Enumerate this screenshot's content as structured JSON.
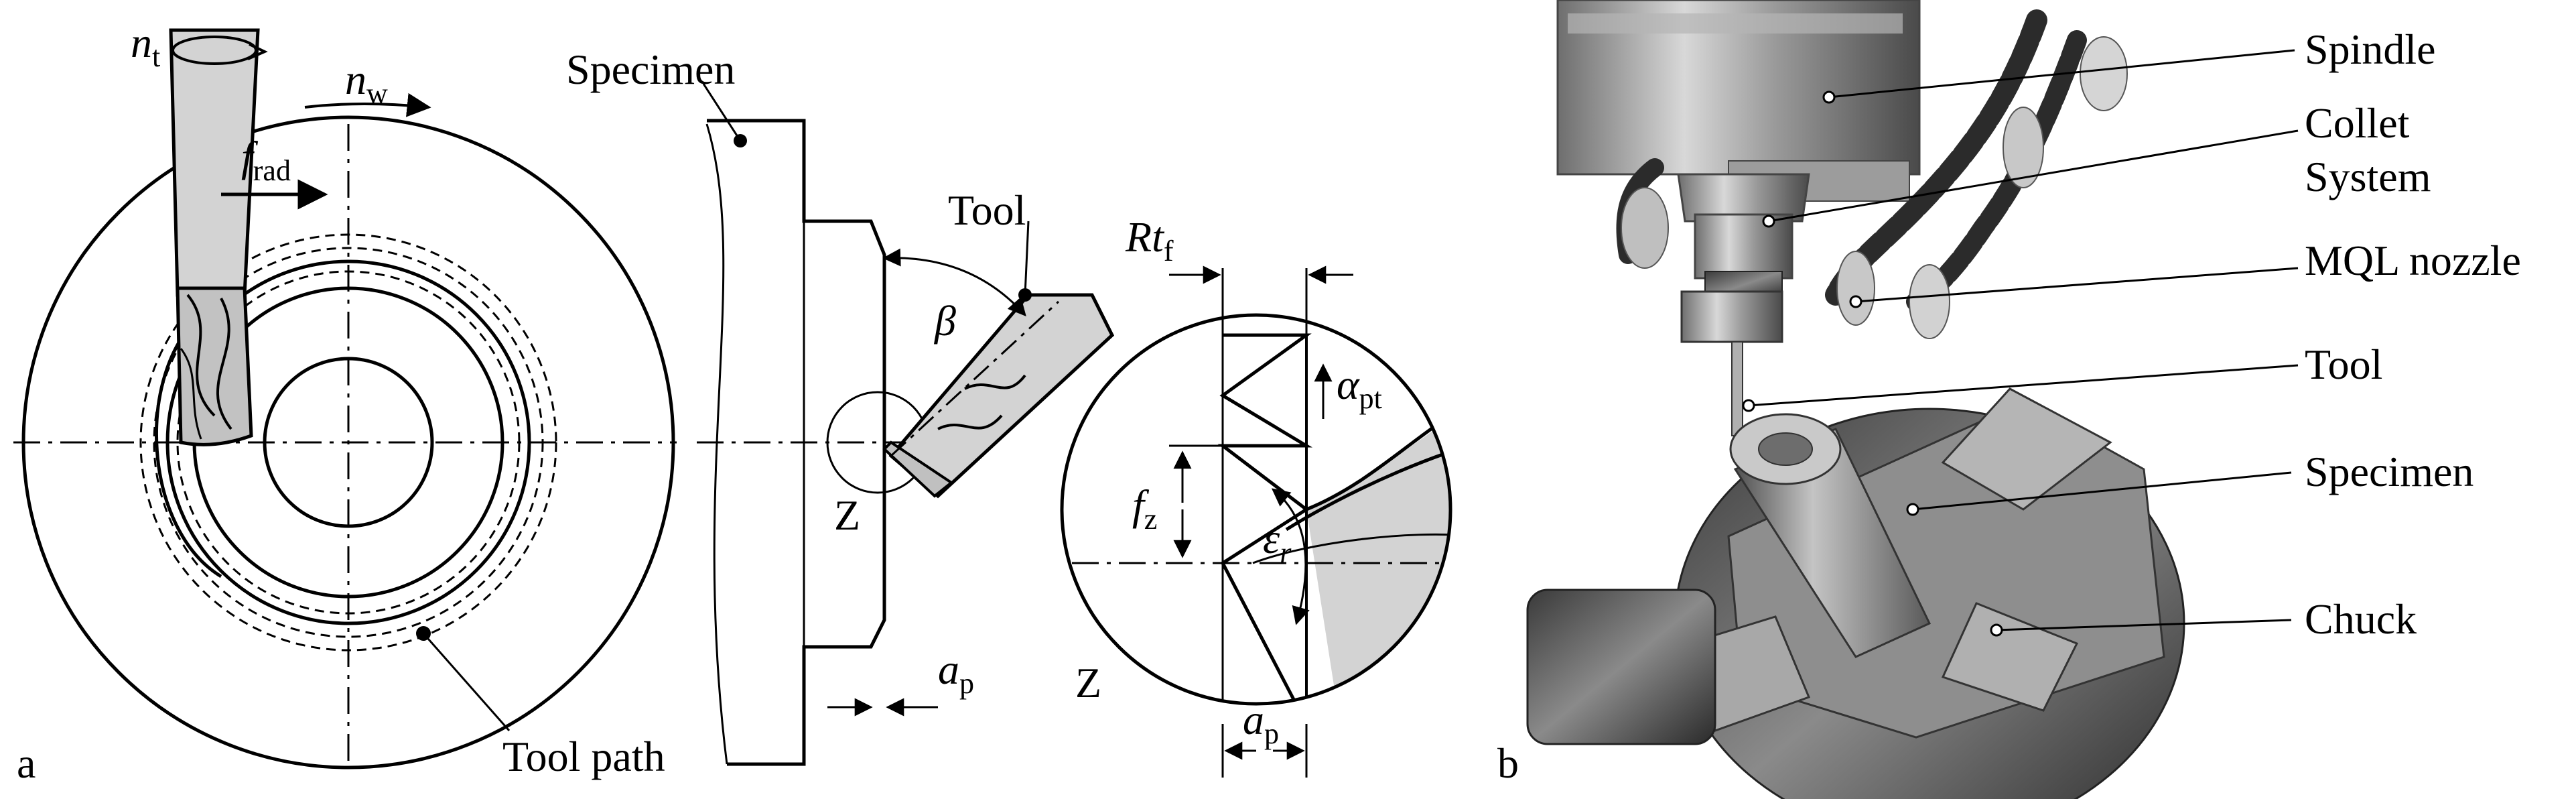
{
  "panel_a": {
    "panel_label": "a",
    "specimen_label": "Specimen",
    "tool_label": "Tool",
    "tool_path_label": "Tool path",
    "z_label": "Z",
    "detail_z_label": "Z",
    "beta_symbol": "β",
    "n_t_main": "n",
    "n_t_sub": "t",
    "n_w_main": "n",
    "n_w_sub": "w",
    "f_rad_main": "f",
    "f_rad_sub": "rad",
    "a_p_main": "a",
    "a_p_sub": "p",
    "rt_f_main": "Rt",
    "rt_f_sub": "f",
    "alpha_pt_main": "α",
    "alpha_pt_sub": "pt",
    "f_z_main": "f",
    "f_z_sub": "z",
    "epsilon_r_main": "ε",
    "epsilon_r_sub": "r",
    "detail_a_p_main": "a",
    "detail_a_p_sub": "p"
  },
  "panel_b": {
    "panel_label": "b",
    "callouts": [
      {
        "label": "Spindle"
      },
      {
        "label": "Collet"
      },
      {
        "label": "System"
      },
      {
        "label": "MQL nozzle"
      },
      {
        "label": "Tool"
      },
      {
        "label": "Specimen"
      },
      {
        "label": "Chuck"
      }
    ]
  }
}
